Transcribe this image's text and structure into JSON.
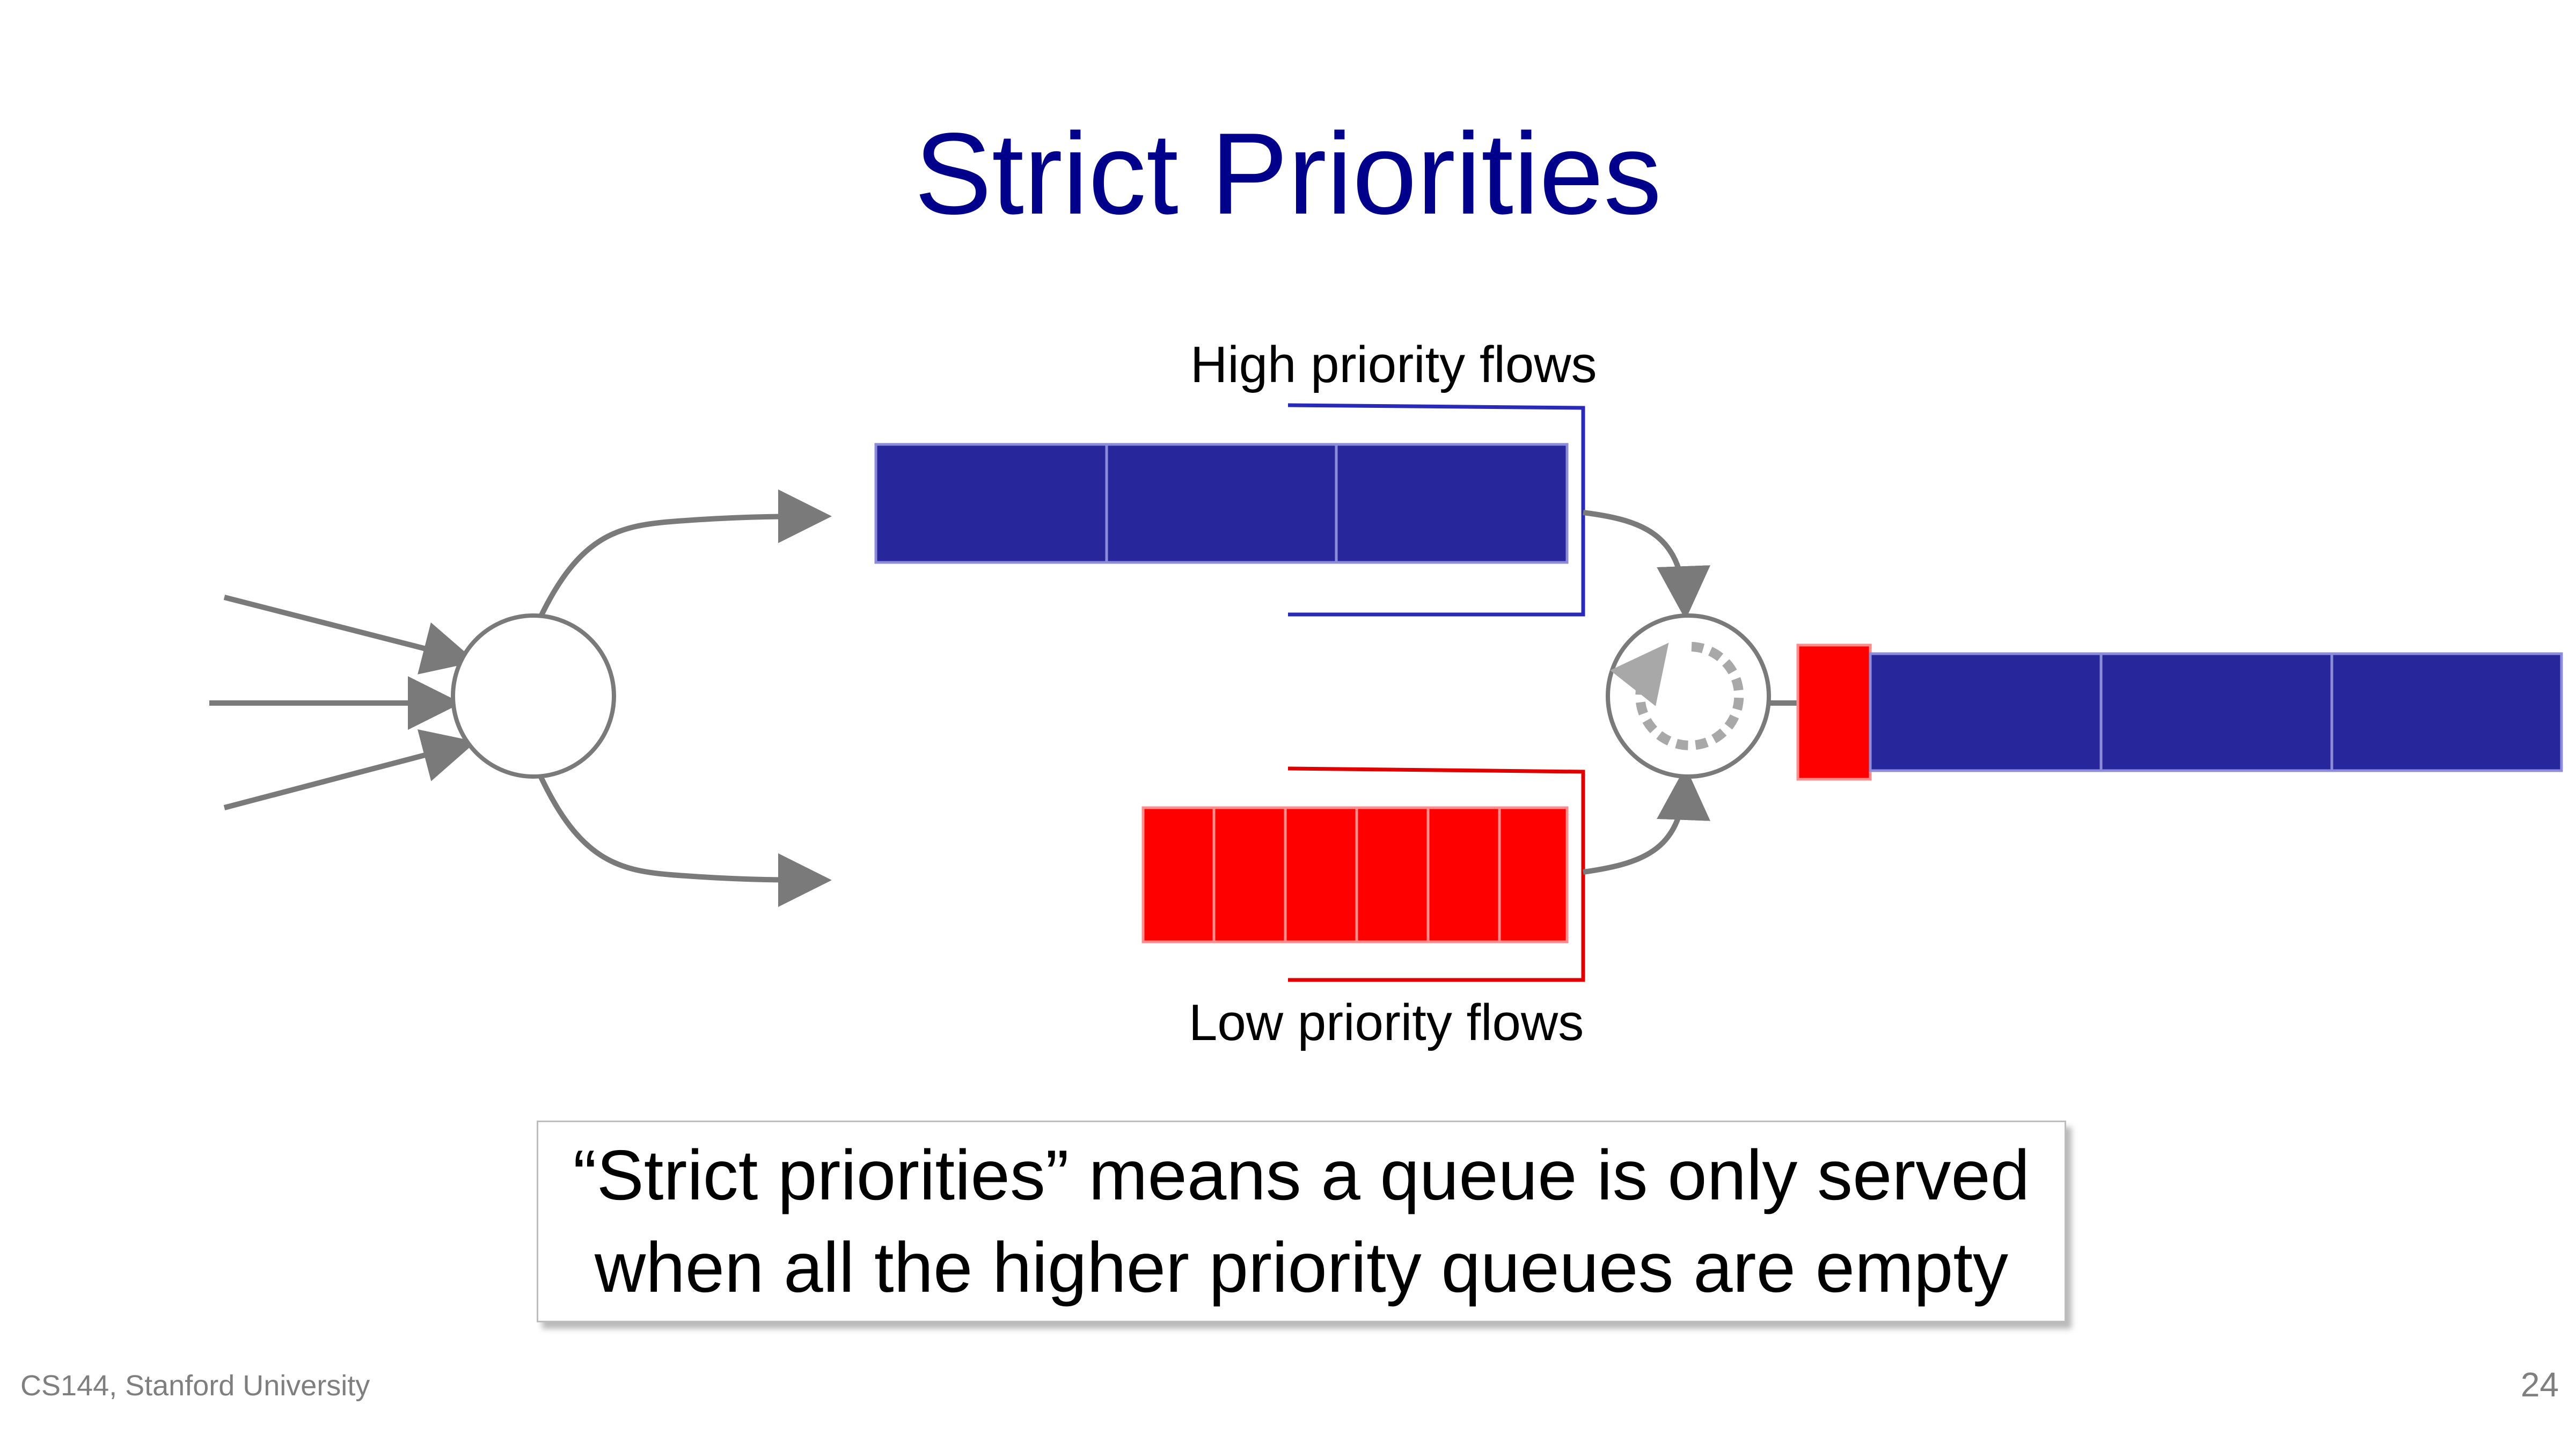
{
  "title": "Strict Priorities",
  "labels": {
    "high": "High priority flows",
    "low": "Low priority flows"
  },
  "callout": {
    "line1": "“Strict priorities” means a queue is only served",
    "line2": "when all the higher priority queues are empty"
  },
  "footer": "CS144, Stanford University",
  "page_number": "24",
  "colors": {
    "title": "#00008b",
    "high_queue": "#27279b",
    "high_bracket": "#2a2ab8",
    "low_queue": "#ff0000",
    "low_bracket": "#e00000",
    "arrows": "#7a7a7a"
  },
  "icons": {
    "classifier": "circle-node",
    "scheduler": "circular-arrow-icon"
  }
}
